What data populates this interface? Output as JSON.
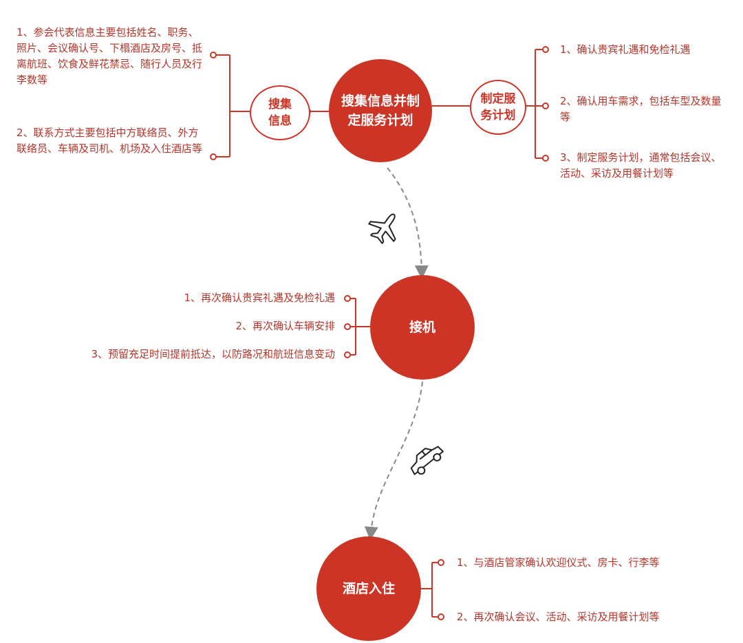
{
  "colors": {
    "accent": "#cc3526",
    "text": "#b5352a",
    "arrow": "#888888"
  },
  "nodes": {
    "main": "搜集信息并制定服务计划",
    "collect": "搜集信息",
    "plan": "制定服务计划",
    "pickup": "接机",
    "checkin": "酒店入住"
  },
  "collect_items": [
    "1、参会代表信息主要包括姓名、职务、照片、会议确认号、下榻酒店及房号、抵离航班、饮食及鲜花禁忌、随行人员及行李数等",
    "2、联系方式主要包括中方联络员、外方联络员、车辆及司机、机场及入住酒店等"
  ],
  "plan_items": [
    "1、确认贵宾礼遇和免检礼遇",
    "2、确认用车需求，包括车型及数量等",
    "3、制定服务计划，通常包括会议、活动、采访及用餐计划等"
  ],
  "pickup_items": [
    "1、再次确认贵宾礼遇及免检礼遇",
    "2、再次确认车辆安排",
    "3、预留充足时间提前抵达，以防路况和航班信息变动"
  ],
  "checkin_items": [
    "1、与酒店管家确认欢迎仪式、房卡、行李等",
    "2、再次确认会议、活动、采访及用餐计划等"
  ],
  "icons": {
    "transit_1": "airplane-icon",
    "transit_2": "car-icon"
  }
}
